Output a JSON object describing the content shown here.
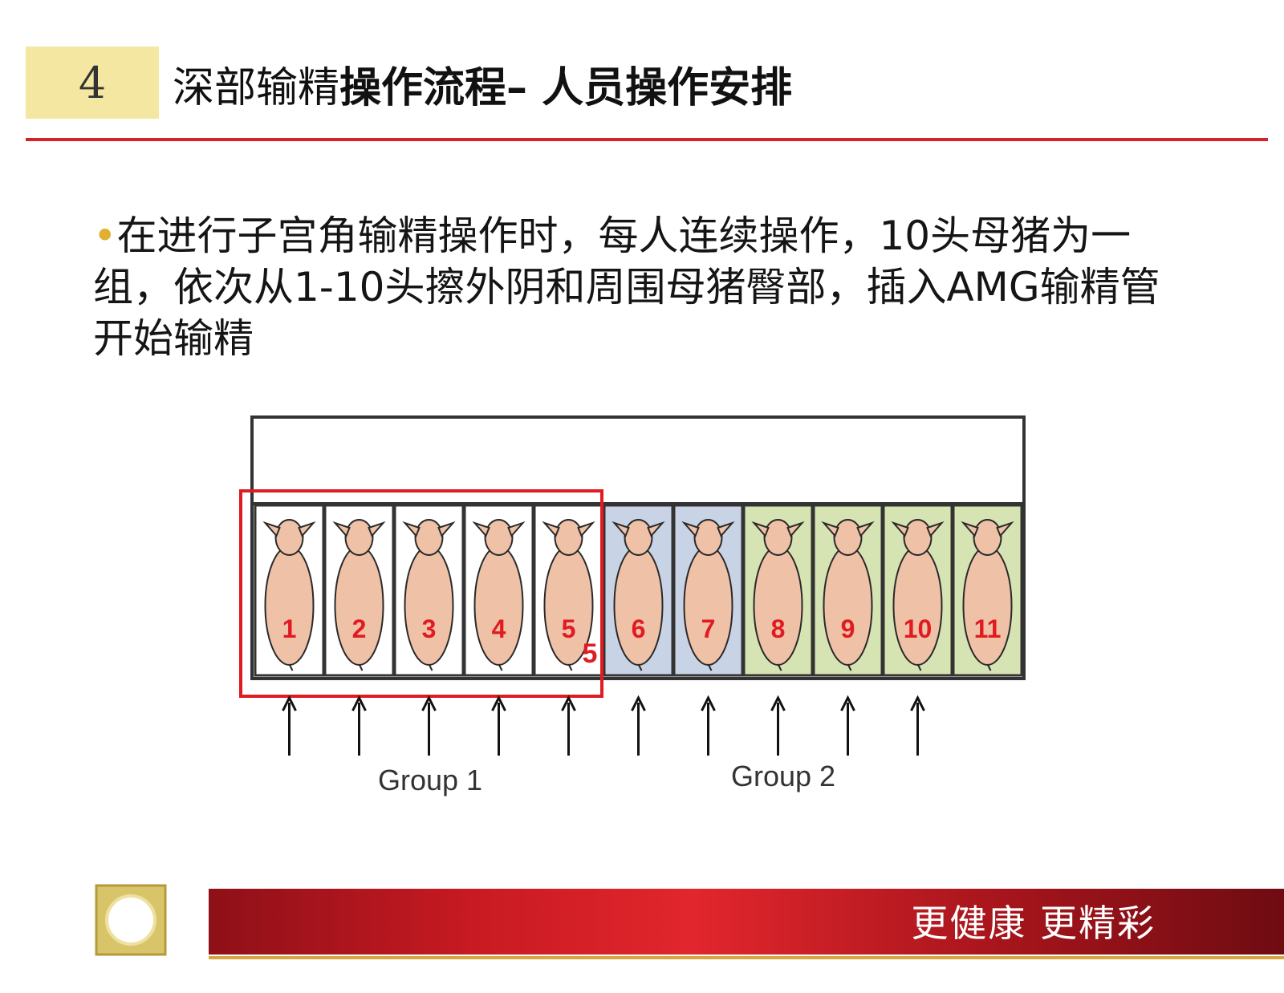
{
  "header": {
    "number": "4",
    "title_light": "深部输精",
    "title_bold": "操作流程– 人员操作安排"
  },
  "body": {
    "bullet": "•",
    "text": "在进行子宫角输精操作时，每人连续操作，10头母猪为一组，依次从1-10头擦外阴和周围母猪臀部，插入AMG输精管开始输精"
  },
  "diagram": {
    "stall_numbers": [
      "1",
      "2",
      "3",
      "4",
      "5",
      "6",
      "7",
      "8",
      "9",
      "10",
      "11"
    ],
    "extra_mark": "5",
    "group_labels": [
      "Group 1",
      "Group 2"
    ]
  },
  "footer": {
    "slogan": "更健康 更精彩"
  },
  "colors": {
    "accent_red": "#d0232a",
    "number_box": "#f4e7a1",
    "stall_blue": "#c9d3e6",
    "stall_green": "#d6e3b2",
    "pig": "#efc2a8"
  }
}
